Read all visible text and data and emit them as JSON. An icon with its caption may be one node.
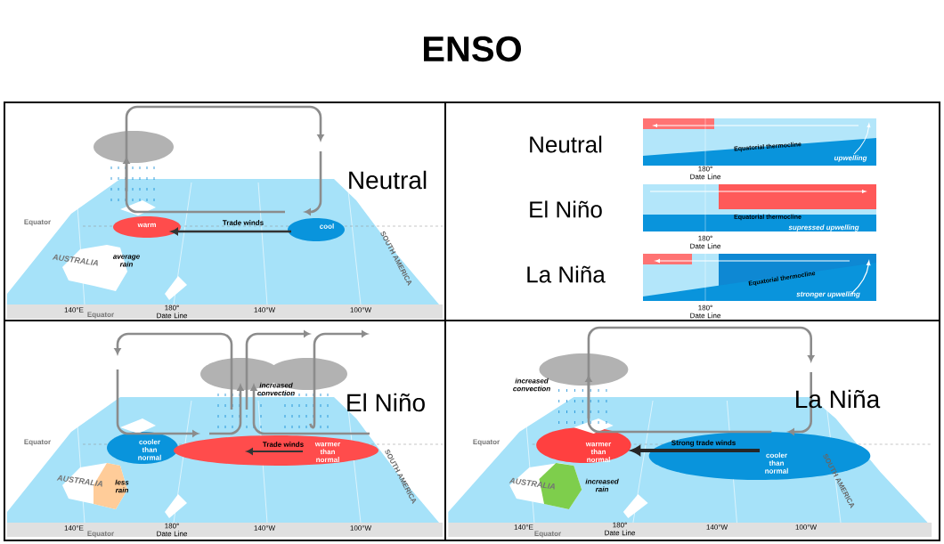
{
  "diagram": {
    "title": "ENSO",
    "labels": [
      "Neutral",
      "Equator",
      "warm",
      "Trade winds",
      "cool",
      "AUSTRALIA",
      "average rain",
      "SOUTH AMERICA",
      "140°E",
      "180° Date Line",
      "140°W",
      "100°W",
      "Equator",
      "Neutral",
      "Equatorial thermocline",
      "upwelling",
      "180° Date Line",
      "El Niño",
      "Equatorial thermocline",
      "supressed upwelling",
      "180° Date Line",
      "La Niña",
      "Equatorial thermocline",
      "stronger upwelling",
      "180° Date Line",
      "increased convection",
      "El Niño",
      "Equator",
      "cooler than normal",
      "Trade winds",
      "warmer than normal",
      "AUSTRALIA",
      "less rain",
      "SOUTH AMERICA",
      "140°E",
      "180° Date Line",
      "140°W",
      "100°W",
      "Equator",
      "increased convection",
      "La Niña",
      "Equator",
      "warmer than normal",
      "Strong trade winds",
      "cooler than normal",
      "AUSTRALIA",
      "increased rain",
      "SOUTH AMERICA",
      "140°E",
      "180° Date Line",
      "140°W",
      "100°W",
      "Equator"
    ]
  }
}
